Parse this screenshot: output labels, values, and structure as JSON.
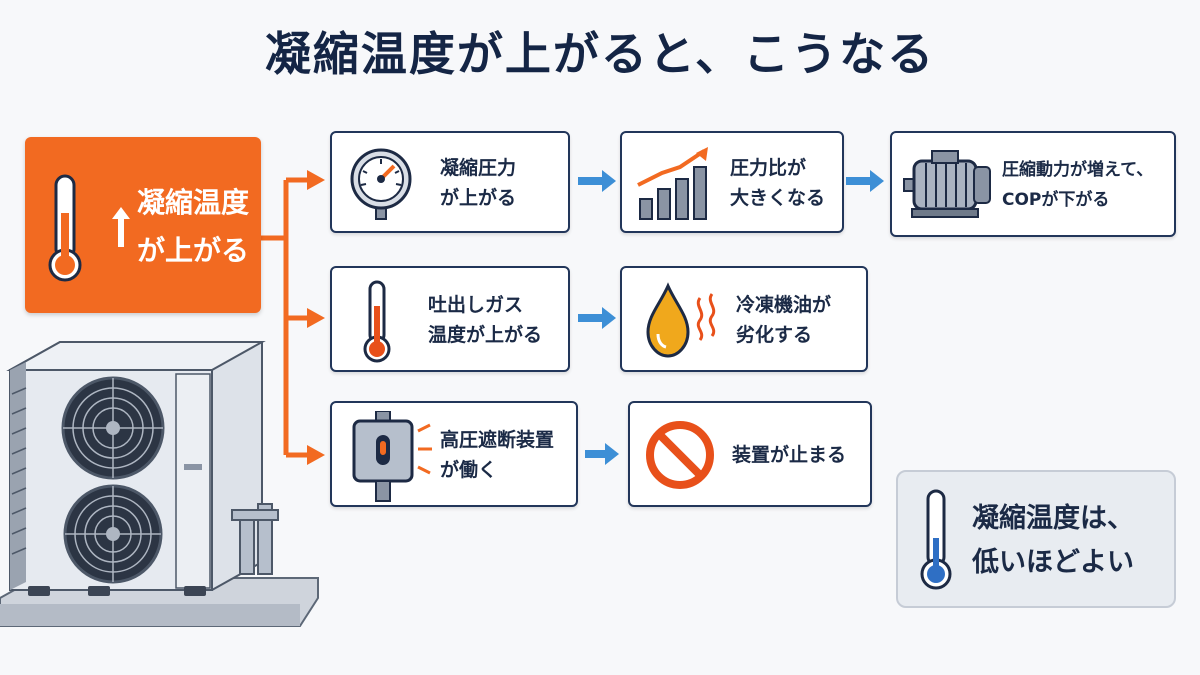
{
  "title": "凝縮温度が上がると、こうなる",
  "cause": {
    "line1": "凝縮温度",
    "line2": "が上がる",
    "icon": "thermometer-rising-icon"
  },
  "rows": [
    {
      "effect": {
        "line1": "凝縮圧力",
        "line2": "が上がる",
        "icon": "pressure-gauge-icon"
      },
      "result": {
        "line1": "圧力比が",
        "line2": "大きくなる",
        "icon": "bar-chart-rising-icon"
      },
      "final": {
        "line1": "圧縮動力が増えて、",
        "line2": "COPが下がる",
        "icon": "compressor-motor-icon"
      }
    },
    {
      "effect": {
        "line1": "吐出しガス",
        "line2": "温度が上がる",
        "icon": "thermometer-icon"
      },
      "result": {
        "line1": "冷凍機油が",
        "line2": "劣化する",
        "icon": "hot-oil-drop-icon"
      }
    },
    {
      "effect": {
        "line1": "高圧遮断装置",
        "line2": "が働く",
        "icon": "pressure-switch-icon"
      },
      "result": {
        "line1": "装置が止まる",
        "icon": "prohibited-icon"
      }
    }
  ],
  "note": {
    "line1": "凝縮温度は、",
    "line2": "低いほどよい",
    "icon": "thermometer-low-icon"
  },
  "colors": {
    "accent_orange": "#f26a21",
    "flow_blue": "#3d8fd6",
    "navy": "#142545"
  }
}
